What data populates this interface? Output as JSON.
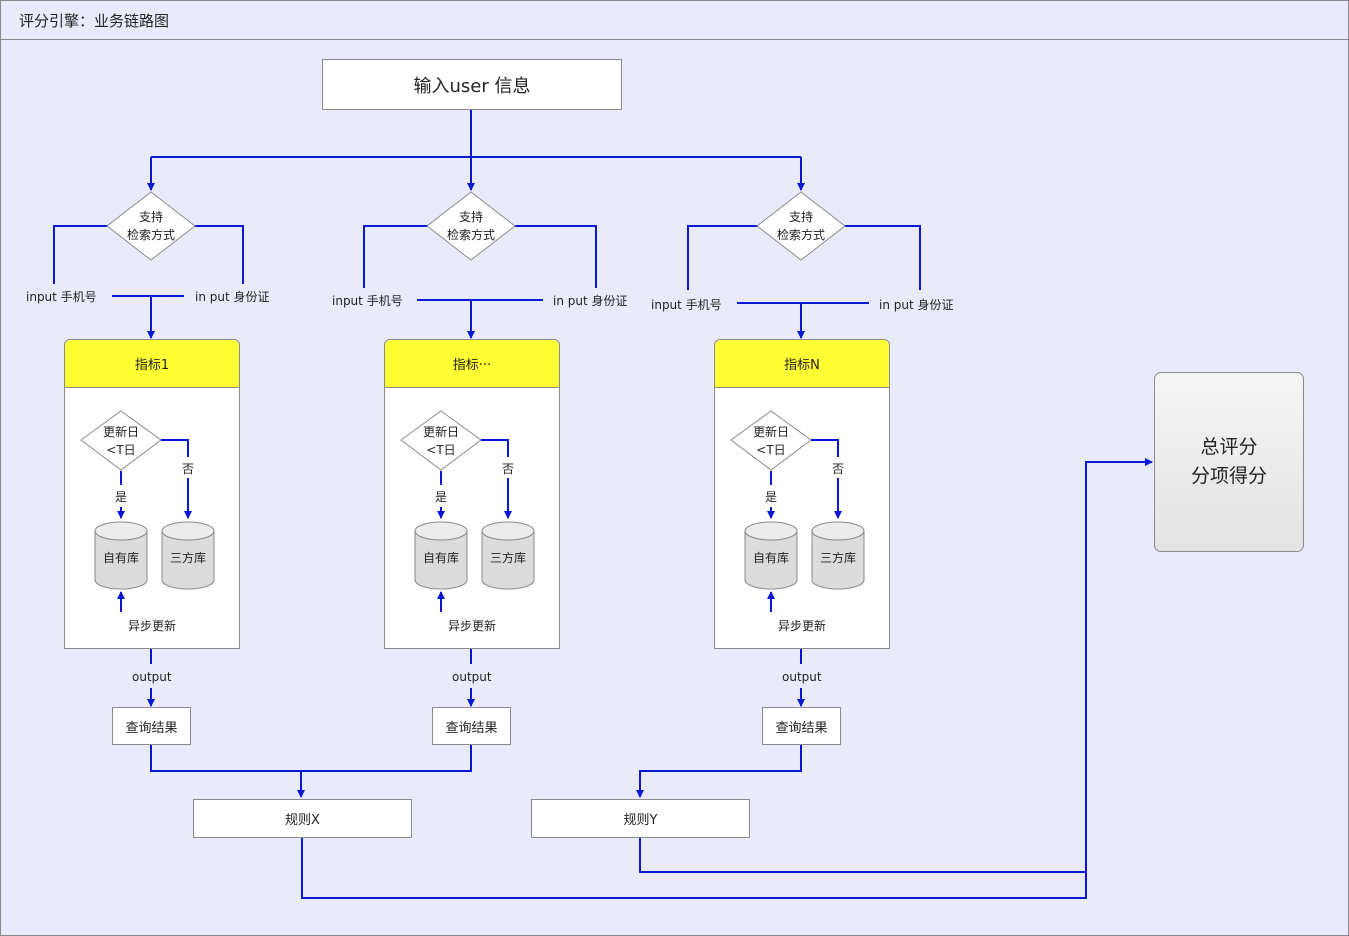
{
  "window_title": "评分引擎：业务链路图",
  "input_box": "输入user 信息",
  "branches": [
    {
      "diamond_line1": "支持",
      "diamond_line2": "检索方式",
      "left_label": "input 手机号",
      "right_label": "in put 身份证",
      "card_title": "指标1",
      "update_line1": "更新日",
      "update_line2": "<T日",
      "yes_label": "是",
      "no_label": "否",
      "own_db": "自有库",
      "third_db": "三方库",
      "async_label": "异步更新",
      "output_label": "output",
      "result_label": "查询结果"
    },
    {
      "diamond_line1": "支持",
      "diamond_line2": "检索方式",
      "left_label": "input 手机号",
      "right_label": "in put 身份证",
      "card_title": "指标···",
      "update_line1": "更新日",
      "update_line2": "<T日",
      "yes_label": "是",
      "no_label": "否",
      "own_db": "自有库",
      "third_db": "三方库",
      "async_label": "异步更新",
      "output_label": "output",
      "result_label": "查询结果"
    },
    {
      "diamond_line1": "支持",
      "diamond_line2": "检索方式",
      "left_label": "input 手机号",
      "right_label": "in put 身份证",
      "card_title": "指标N",
      "update_line1": "更新日",
      "update_line2": "<T日",
      "yes_label": "是",
      "no_label": "否",
      "own_db": "自有库",
      "third_db": "三方库",
      "async_label": "异步更新",
      "output_label": "output",
      "result_label": "查询结果"
    }
  ],
  "rule_x": "规则X",
  "rule_y": "规则Y",
  "total": {
    "line1": "总评分",
    "line2": "分项得分"
  },
  "colors": {
    "connector": "#0a18d6",
    "canvas_bg": "#e9ebfb",
    "card_header": "#ffff33",
    "border": "#8a8a8a"
  }
}
